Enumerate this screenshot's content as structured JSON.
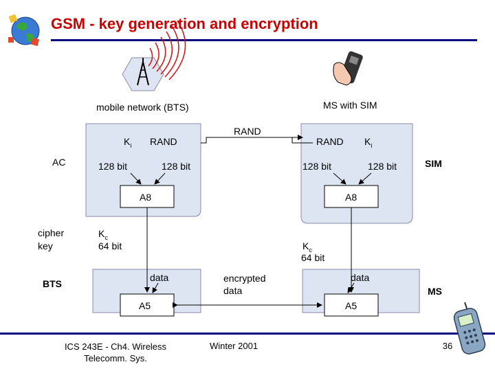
{
  "title": "GSM - key generation and encryption",
  "labels": {
    "bts_network": "mobile network (BTS)",
    "ms_with_sim": "MS with SIM",
    "ki_left": "K",
    "ki_left_sub": "i",
    "rand_left": "RAND",
    "rand_mid": "RAND",
    "rand_right": "RAND",
    "ki_right": "K",
    "ki_right_sub": "i",
    "bit128_1": "128 bit",
    "bit128_2": "128 bit",
    "bit128_3": "128 bit",
    "bit128_4": "128 bit",
    "a8_left": "A8",
    "a8_right": "A8",
    "kc_left": "K",
    "kc_left_sub": "c",
    "kc_left_bits": "64 bit",
    "kc_right": "K",
    "kc_right_sub": "c",
    "kc_right_bits": "64 bit",
    "data_left": "data",
    "data_right": "data",
    "encrypted_data": "encrypted data",
    "a5_left": "A5",
    "a5_right": "A5"
  },
  "side_labels": {
    "ac": "AC",
    "cipher_key": "cipher key",
    "bts": "BTS",
    "sim": "SIM",
    "ms": "MS"
  },
  "footer": {
    "course": "ICS 243E - Ch4. Wireless Telecomm. Sys.",
    "date": "Winter 2001",
    "page": "36"
  },
  "colors": {
    "title": "#cc0000",
    "rule": "#000080",
    "box_fill": "#dde4f2",
    "box_border": "#8a8aa8"
  },
  "icons": [
    "globe-icon",
    "radio-tower-icon",
    "mobile-phone-hand-icon",
    "cellphone-icon"
  ]
}
